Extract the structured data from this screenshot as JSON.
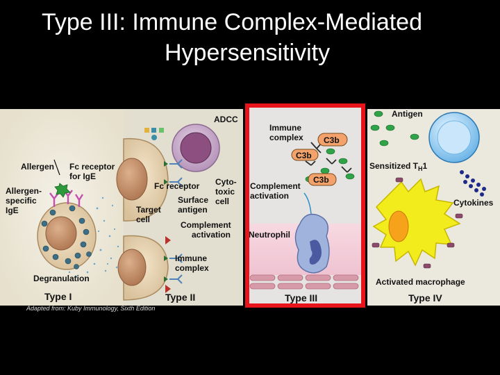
{
  "slide": {
    "title_line1": "Type III: Immune Complex-Mediated",
    "title_line2": "Hypersensitivity",
    "credit": "Adapted from: Kuby Immunology, Sixth Edition"
  },
  "panel_type1": {
    "allergen": "Allergen",
    "fc_receptor_line1": "Fc receptor",
    "fc_receptor_line2": "for IgE",
    "allergen_specific_line1": "Allergen-",
    "allergen_specific_line2": "specific",
    "allergen_specific_line3": "IgE",
    "degranulation": "Degranulation",
    "type_label": "Type I"
  },
  "panel_type2": {
    "adcc": "ADCC",
    "fc_receptor": "Fc receptor",
    "cytotoxic_line1": "Cyto-",
    "cytotoxic_line2": "toxic",
    "cytotoxic_line3": "cell",
    "surface_antigen_line1": "Surface",
    "surface_antigen_line2": "antigen",
    "target_cell_line1": "Target",
    "target_cell_line2": "cell",
    "complement_line1": "Complement",
    "complement_line2": "activation",
    "immune_complex_line1": "Immune",
    "immune_complex_line2": "complex",
    "type_label": "Type II"
  },
  "panel_type3": {
    "immune_complex_line1": "Immune",
    "immune_complex_line2": "complex",
    "c3b_1": "C3b",
    "c3b_2": "C3b",
    "c3b_3": "C3b",
    "complement_line1": "Complement",
    "complement_line2": "activation",
    "neutrophil": "Neutrophil",
    "type_label": "Type III",
    "highlight_color": "#e8141b"
  },
  "panel_type4": {
    "antigen": "Antigen",
    "sensitized_prefix": "Sensitized T",
    "sensitized_sub": "H",
    "sensitized_suffix": "1",
    "cytokines": "Cytokines",
    "activated_macrophage": "Activated macrophage",
    "type_label": "Type IV"
  }
}
